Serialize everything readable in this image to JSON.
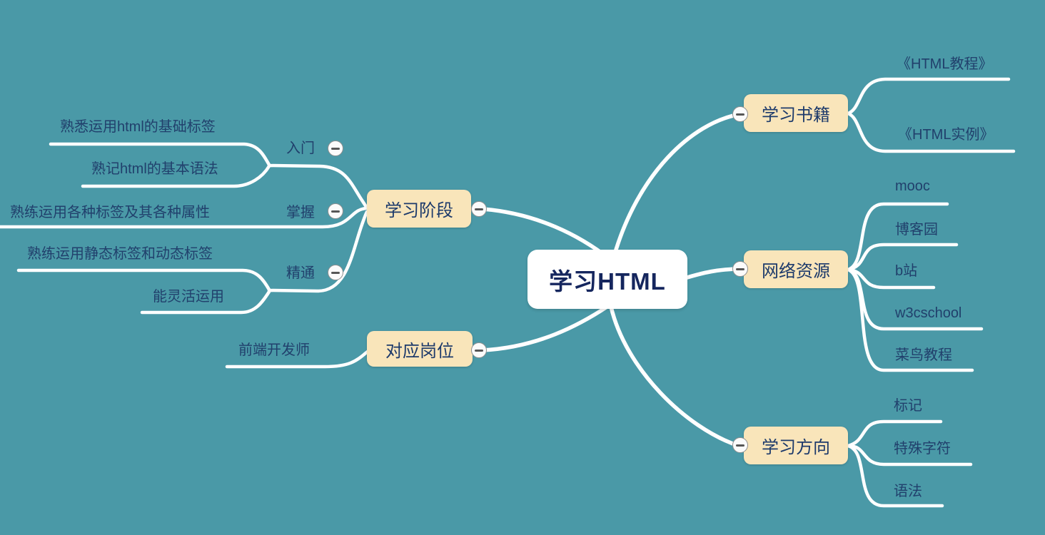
{
  "root": {
    "label": "学习HTML"
  },
  "branches": {
    "books": {
      "label": "学习书籍",
      "children": [
        {
          "label": "《HTML教程》"
        },
        {
          "label": "《HTML实例》"
        }
      ]
    },
    "resources": {
      "label": "网络资源",
      "children": [
        {
          "label": "mooc"
        },
        {
          "label": "博客园"
        },
        {
          "label": "b站"
        },
        {
          "label": "w3cschool"
        },
        {
          "label": "菜鸟教程"
        }
      ]
    },
    "directions": {
      "label": "学习方向",
      "children": [
        {
          "label": "标记"
        },
        {
          "label": "特殊字符"
        },
        {
          "label": "语法"
        }
      ]
    },
    "stages": {
      "label": "学习阶段",
      "children": [
        {
          "label": "入门",
          "children": [
            {
              "label": "熟悉运用html的基础标签"
            },
            {
              "label": "熟记html的基本语法"
            }
          ]
        },
        {
          "label": "掌握",
          "children": [
            {
              "label": "熟练运用各种标签及其各种属性"
            }
          ]
        },
        {
          "label": "精通",
          "children": [
            {
              "label": "熟练运用静态标签和动态标签"
            },
            {
              "label": "能灵活运用"
            }
          ]
        }
      ]
    },
    "jobs": {
      "label": "对应岗位",
      "children": [
        {
          "label": "前端开发师"
        }
      ]
    }
  },
  "icons": {
    "collapse": "minus-circle"
  },
  "colors": {
    "background": "#4A99A7",
    "branch_fill": "#F9E5BA",
    "root_fill": "#FFFFFF",
    "text": "#1D3A6B",
    "connector": "#FFFFFF"
  }
}
